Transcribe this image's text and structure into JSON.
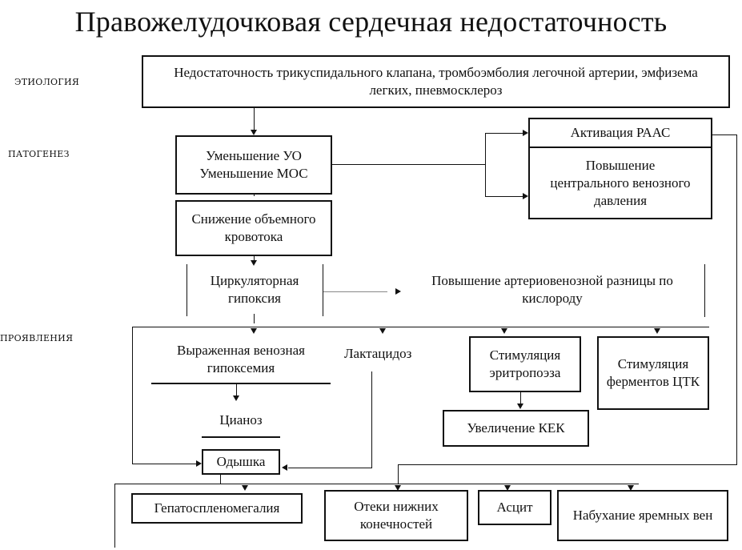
{
  "title": "Правожелудочковая сердечная недостаточность",
  "sections": {
    "etiology": "ЭТИОЛОГИЯ",
    "pathogenesis": "ПАТОГЕНЕЗ",
    "manifestations": "ПРОЯВЛЕНИЯ"
  },
  "etiology": {
    "causes": "Недостаточность трикуспидального клапана, тромбоэмболия легочной артерии, эмфизема легких, пневмосклероз"
  },
  "pathogenesis": {
    "uo_mos": "Уменьшение УО Уменьшение МОС",
    "raas": "Активация РААС",
    "cvp": "Повышение центрального венозного давления",
    "blood_flow": "Снижение объемного кровотока",
    "hypoxia": "Циркуляторная гипоксия",
    "av_difference": "Повышение артериовенозной разницы по кислороду"
  },
  "manifestations": {
    "hypoxemia": "Выраженная венозная гипоксемия",
    "lactacidosis": "Лактацидоз",
    "erythropoiesis": "Стимуляция эритропоэза",
    "tca": "Стимуляция ферментов ЦТК",
    "cyanosis": "Цианоз",
    "kek": "Увеличение КЕК",
    "dyspnea": "Одышка",
    "hepatosplenomegaly": "Гепатоспленомегалия",
    "edema": "Отеки нижних конечностей",
    "ascites": "Асцит",
    "jugular": "Набухание яремных вен"
  }
}
